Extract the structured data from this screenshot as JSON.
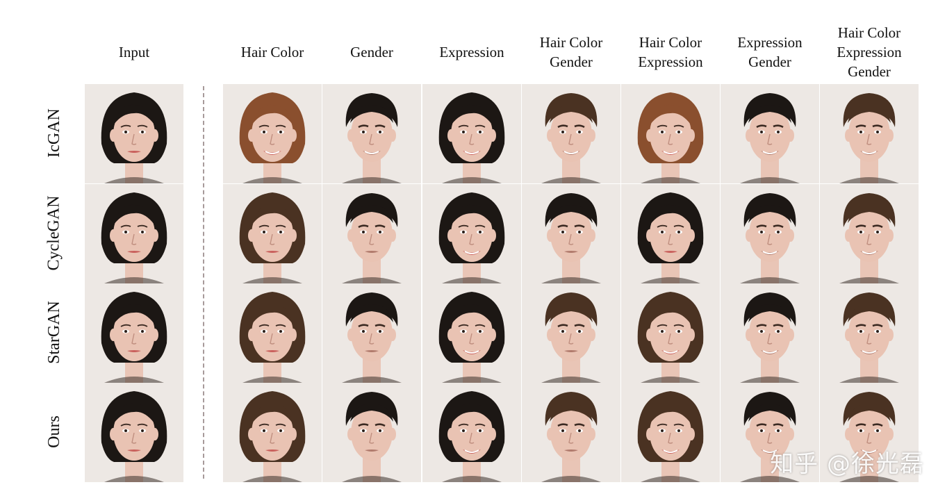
{
  "columns": [
    {
      "label": "Input"
    },
    {
      "label": "Hair Color"
    },
    {
      "label": "Gender"
    },
    {
      "label": "Expression"
    },
    {
      "label": "Hair Color\nGender"
    },
    {
      "label": "Hair Color\nExpression"
    },
    {
      "label": "Expression\nGender"
    },
    {
      "label": "Hair Color\nExpression\nGender"
    }
  ],
  "rows": [
    {
      "label": "IcGAN"
    },
    {
      "label": "CycleGAN"
    },
    {
      "label": "StarGAN"
    },
    {
      "label": "Ours"
    }
  ],
  "faces": [
    [
      "female-dark-neutral",
      "female-auburn-smile",
      "male-dark-smile",
      "female-dark-smile",
      "male-brown-smile",
      "female-auburn-smile",
      "male-dark-smile",
      "male-brown-smile"
    ],
    [
      "female-dark-neutral",
      "female-brown-neutral",
      "male-dark-neutral",
      "female-dark-smile",
      "male-dark-neutral",
      "female-dark-neutral",
      "male-dark-smile",
      "male-brown-smile"
    ],
    [
      "female-dark-neutral",
      "female-brown-neutral",
      "male-dark-neutral",
      "female-dark-smile",
      "male-brown-neutral",
      "female-brown-smile",
      "male-dark-smile",
      "male-brown-smile"
    ],
    [
      "female-dark-neutral",
      "female-brown-neutral",
      "male-dark-neutral",
      "female-dark-smile",
      "male-brown-neutral",
      "female-brown-smile",
      "male-dark-smile",
      "male-brown-smile"
    ]
  ],
  "colors": {
    "hair_dark": "#1c1714",
    "hair_brown": "#4a3222",
    "hair_auburn": "#8a4f2e",
    "skin": "#e9c3b3",
    "background": "#ede8e4",
    "divider": "#a79a9a"
  },
  "watermark": "知乎 @徐光磊"
}
